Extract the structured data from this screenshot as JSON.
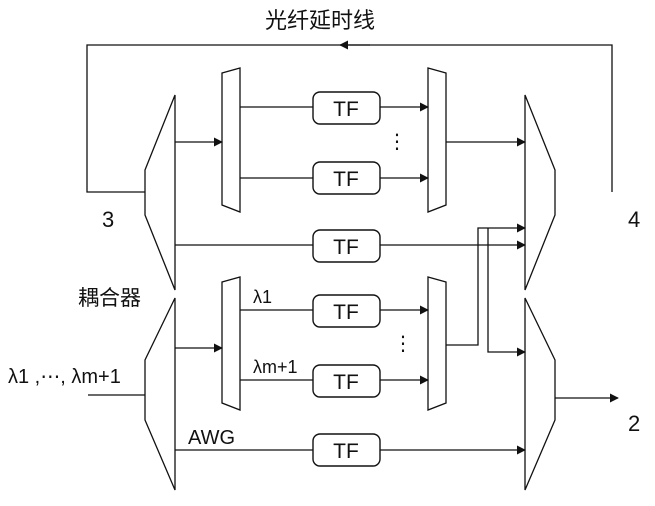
{
  "title": "光纤延时线",
  "labels": {
    "port3": "3",
    "port4": "4",
    "port2": "2",
    "coupler": "耦合器",
    "awg": "AWG",
    "input": "λ1 ,⋯, λm+1",
    "lambda1": "λ1",
    "lambda_m1": "λm+1"
  },
  "filter_label": "TF",
  "ellipsis": "⋮"
}
